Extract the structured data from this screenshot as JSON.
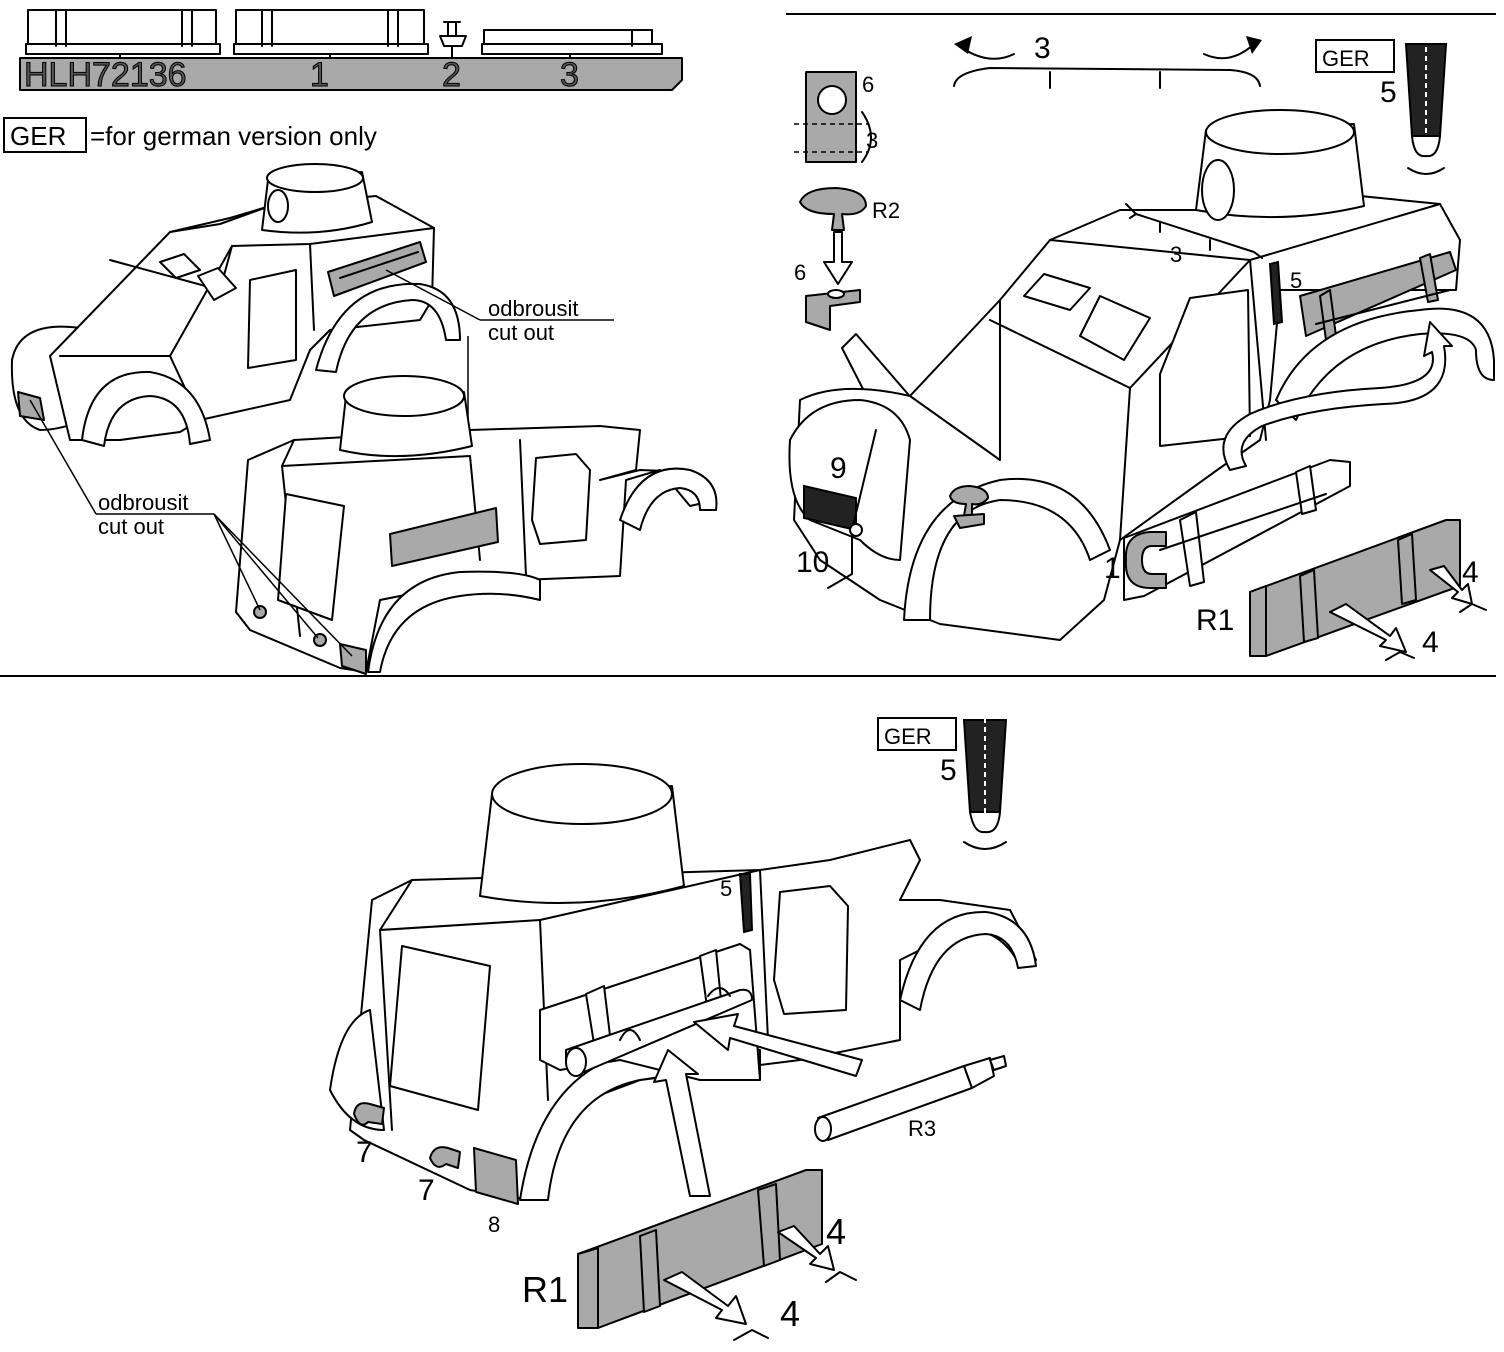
{
  "sprue": {
    "code": "HLH72136",
    "part_numbers": [
      "1",
      "2",
      "3"
    ]
  },
  "legend": {
    "badge": "GER",
    "text": "=for german version only"
  },
  "cut_out_notes": [
    {
      "cz": "odbrousit",
      "en": "cut out"
    },
    {
      "cz": "odbrousit",
      "en": "cut out"
    }
  ],
  "top_right": {
    "labels": {
      "part3_rail": "3",
      "part3_fitted": "3",
      "part6_bracket": "6",
      "part6_fitted": "6",
      "part6_fold": "3",
      "r2": "R2",
      "part5_ger": "5",
      "part5_fitted": "5",
      "part9": "9",
      "part10": "10",
      "part1": "1",
      "r1": "R1",
      "part4_a": "4",
      "part4_b": "4"
    },
    "ger_badge": "GER"
  },
  "bottom": {
    "labels": {
      "part5_ger": "5",
      "part5_fitted": "5",
      "part7_a": "7",
      "part7_b": "7",
      "part8": "8",
      "r3": "R3",
      "r1": "R1",
      "part4_a": "4",
      "part4_b": "4"
    },
    "ger_badge": "GER"
  },
  "colors": {
    "line": "#000000",
    "part_fill": "#a9a9a9",
    "background": "#ffffff"
  }
}
